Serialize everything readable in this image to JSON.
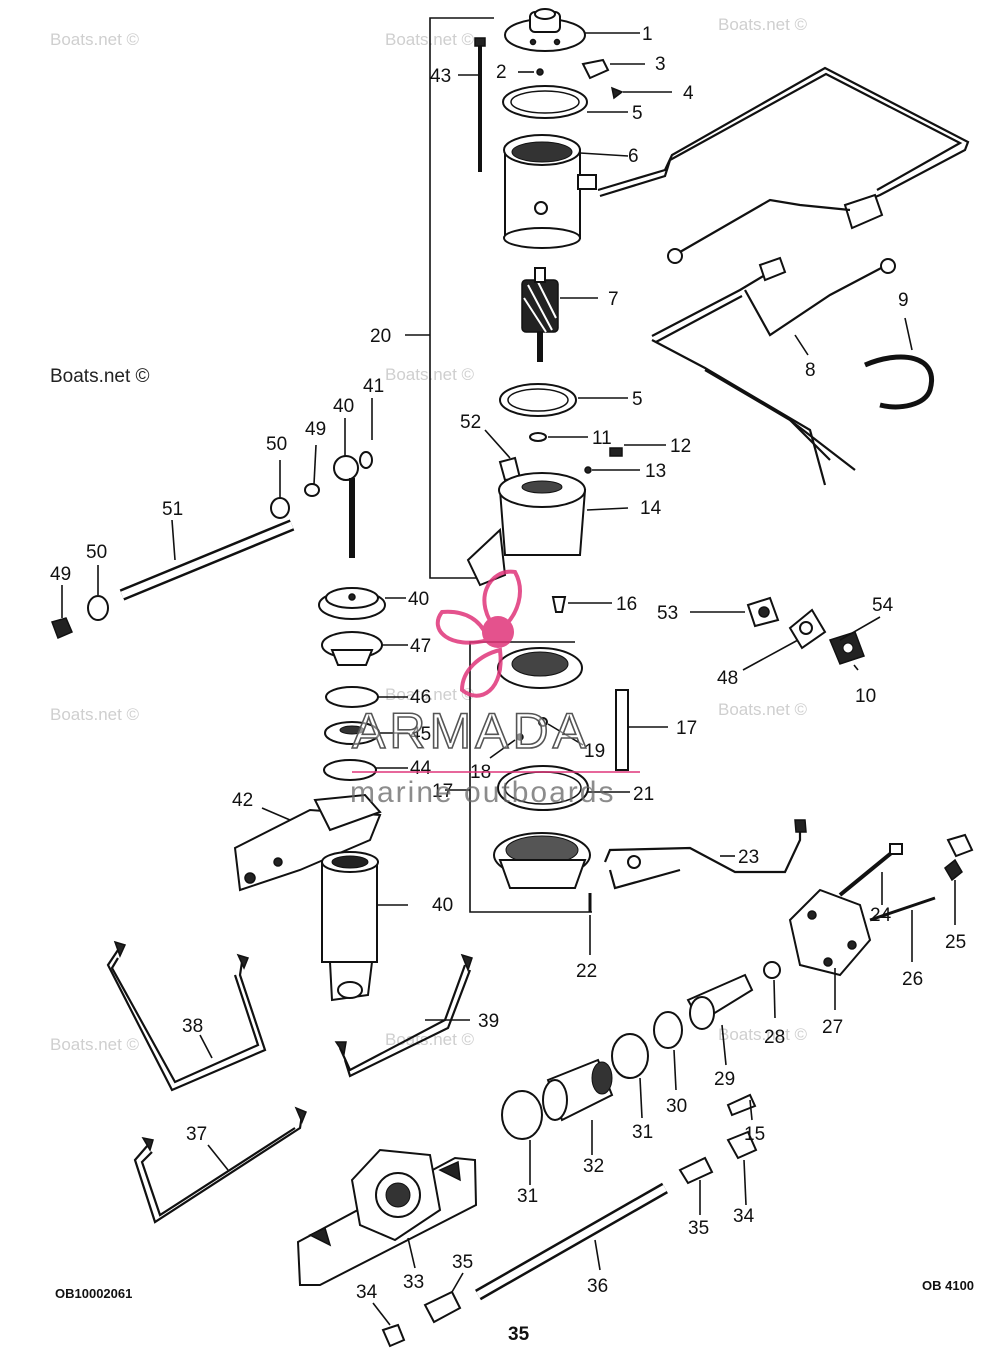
{
  "watermark": {
    "text": "Boats.net ©"
  },
  "logo": {
    "brand": "ARMADA",
    "tagline": "marine outboards",
    "color": "#e0357a"
  },
  "codes": {
    "left": "OB10002061",
    "right": "OB 4100"
  },
  "page_number": "35",
  "callouts": [
    "1",
    "2",
    "3",
    "4",
    "5",
    "6",
    "43",
    "20",
    "7",
    "8",
    "9",
    "5",
    "11",
    "12",
    "13",
    "14",
    "52",
    "41",
    "40",
    "49",
    "50",
    "51",
    "50",
    "49",
    "16",
    "40",
    "53",
    "54",
    "47",
    "48",
    "10",
    "46",
    "17",
    "45",
    "19",
    "44",
    "18",
    "17",
    "21",
    "42",
    "23",
    "40",
    "24",
    "25",
    "22",
    "26",
    "27",
    "28",
    "38",
    "39",
    "29",
    "30",
    "31",
    "37",
    "15",
    "31",
    "32",
    "35",
    "34",
    "33",
    "35",
    "36",
    "34"
  ]
}
